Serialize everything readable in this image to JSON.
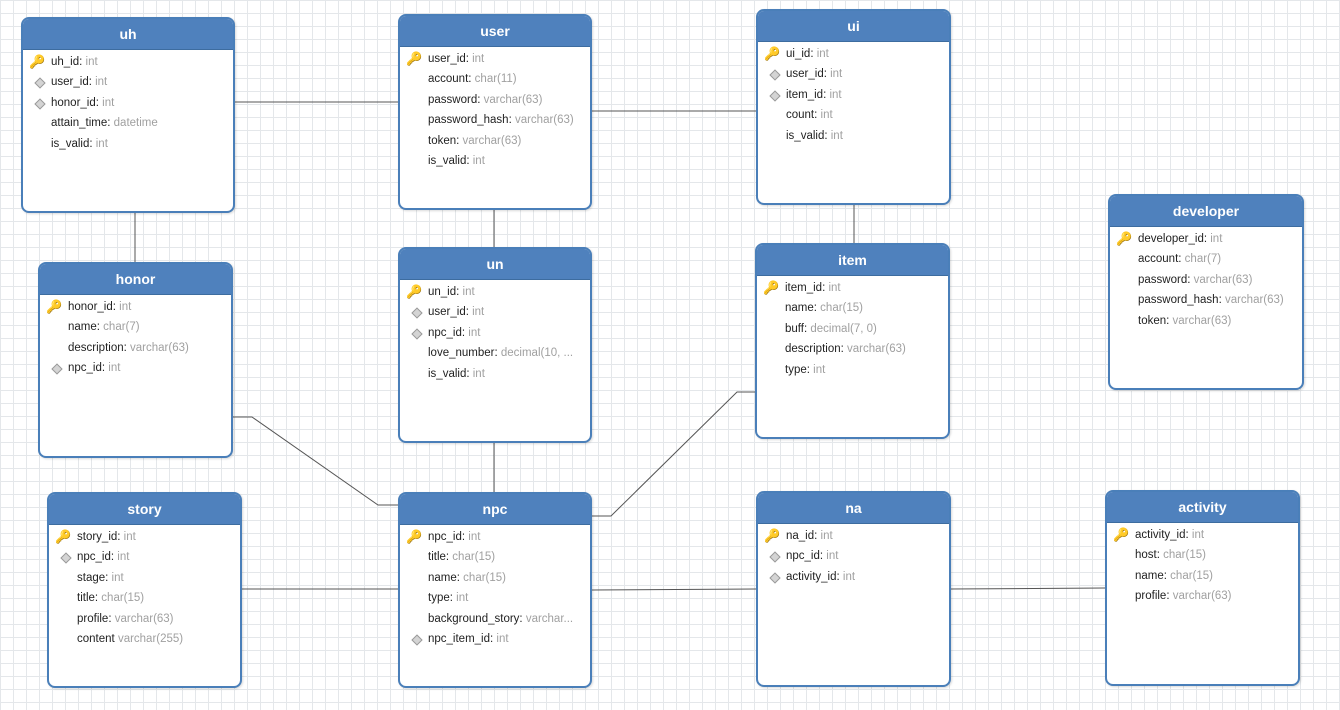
{
  "tables": [
    {
      "id": "uh",
      "name": "uh",
      "columns": [
        {
          "name": "uh_id",
          "type": "int",
          "mark": "pk"
        },
        {
          "name": "user_id",
          "type": "int",
          "mark": "fk"
        },
        {
          "name": "honor_id",
          "type": "int",
          "mark": "fk"
        },
        {
          "name": "attain_time",
          "type": "datetime",
          "mark": ""
        },
        {
          "name": "is_valid",
          "type": "int",
          "mark": ""
        }
      ]
    },
    {
      "id": "user",
      "name": "user",
      "columns": [
        {
          "name": "user_id",
          "type": "int",
          "mark": "pk"
        },
        {
          "name": "account",
          "type": "char(11)",
          "mark": ""
        },
        {
          "name": "password",
          "type": "varchar(63)",
          "mark": ""
        },
        {
          "name": "password_hash",
          "type": "varchar(63)",
          "mark": ""
        },
        {
          "name": "token",
          "type": "varchar(63)",
          "mark": ""
        },
        {
          "name": "is_valid",
          "type": "int",
          "mark": ""
        }
      ]
    },
    {
      "id": "ui",
      "name": "ui",
      "columns": [
        {
          "name": "ui_id",
          "type": "int",
          "mark": "pk"
        },
        {
          "name": "user_id",
          "type": "int",
          "mark": "fk"
        },
        {
          "name": "item_id",
          "type": "int",
          "mark": "fk"
        },
        {
          "name": "count",
          "type": "int",
          "mark": ""
        },
        {
          "name": "is_valid",
          "type": "int",
          "mark": ""
        }
      ]
    },
    {
      "id": "developer",
      "name": "developer",
      "columns": [
        {
          "name": "developer_id",
          "type": "int",
          "mark": "pk"
        },
        {
          "name": "account",
          "type": "char(7)",
          "mark": ""
        },
        {
          "name": "password",
          "type": "varchar(63)",
          "mark": ""
        },
        {
          "name": "password_hash",
          "type": "varchar(63)",
          "mark": ""
        },
        {
          "name": "token",
          "type": "varchar(63)",
          "mark": ""
        }
      ]
    },
    {
      "id": "honor",
      "name": "honor",
      "columns": [
        {
          "name": "honor_id",
          "type": "int",
          "mark": "pk"
        },
        {
          "name": "name",
          "type": "char(7)",
          "mark": ""
        },
        {
          "name": "description",
          "type": "varchar(63)",
          "mark": ""
        },
        {
          "name": "npc_id",
          "type": "int",
          "mark": "fk"
        }
      ]
    },
    {
      "id": "un",
      "name": "un",
      "columns": [
        {
          "name": "un_id",
          "type": "int",
          "mark": "pk"
        },
        {
          "name": "user_id",
          "type": "int",
          "mark": "fk"
        },
        {
          "name": "npc_id",
          "type": "int",
          "mark": "fk"
        },
        {
          "name": "love_number",
          "type": "decimal(10, ...",
          "mark": ""
        },
        {
          "name": "is_valid",
          "type": "int",
          "mark": ""
        }
      ]
    },
    {
      "id": "item",
      "name": "item",
      "columns": [
        {
          "name": "item_id",
          "type": "int",
          "mark": "pk"
        },
        {
          "name": "name",
          "type": "char(15)",
          "mark": ""
        },
        {
          "name": "buff",
          "type": "decimal(7, 0)",
          "mark": ""
        },
        {
          "name": "description",
          "type": "varchar(63)",
          "mark": ""
        },
        {
          "name": "type",
          "type": "int",
          "mark": ""
        }
      ]
    },
    {
      "id": "story",
      "name": "story",
      "columns": [
        {
          "name": "story_id",
          "type": "int",
          "mark": "pk"
        },
        {
          "name": "npc_id",
          "type": "int",
          "mark": "fk"
        },
        {
          "name": "stage",
          "type": "int",
          "mark": ""
        },
        {
          "name": "title",
          "type": "char(15)",
          "mark": ""
        },
        {
          "name": "profile",
          "type": "varchar(63)",
          "mark": ""
        },
        {
          "name": "content",
          "type": "varchar(255)",
          "mark": ""
        }
      ]
    },
    {
      "id": "npc",
      "name": "npc",
      "columns": [
        {
          "name": "npc_id",
          "type": "int",
          "mark": "pk"
        },
        {
          "name": "title",
          "type": "char(15)",
          "mark": ""
        },
        {
          "name": "name",
          "type": "char(15)",
          "mark": ""
        },
        {
          "name": "type",
          "type": "int",
          "mark": ""
        },
        {
          "name": "background_story",
          "type": "varchar...",
          "mark": ""
        },
        {
          "name": "npc_item_id",
          "type": "int",
          "mark": "fk"
        }
      ]
    },
    {
      "id": "na",
      "name": "na",
      "columns": [
        {
          "name": "na_id",
          "type": "int",
          "mark": "pk"
        },
        {
          "name": "npc_id",
          "type": "int",
          "mark": "fk"
        },
        {
          "name": "activity_id",
          "type": "int",
          "mark": "fk"
        }
      ]
    },
    {
      "id": "activity",
      "name": "activity",
      "columns": [
        {
          "name": "activity_id",
          "type": "int",
          "mark": "pk"
        },
        {
          "name": "host",
          "type": "char(15)",
          "mark": ""
        },
        {
          "name": "name",
          "type": "char(15)",
          "mark": ""
        },
        {
          "name": "profile",
          "type": "varchar(63)",
          "mark": ""
        }
      ]
    }
  ],
  "relations": [
    {
      "from": "uh",
      "to": "user"
    },
    {
      "from": "user",
      "to": "ui"
    },
    {
      "from": "uh",
      "to": "honor"
    },
    {
      "from": "user",
      "to": "un"
    },
    {
      "from": "ui",
      "to": "item"
    },
    {
      "from": "un",
      "to": "npc"
    },
    {
      "from": "honor",
      "to": "npc"
    },
    {
      "from": "npc",
      "to": "item"
    },
    {
      "from": "story",
      "to": "npc"
    },
    {
      "from": "npc",
      "to": "na"
    },
    {
      "from": "na",
      "to": "activity"
    }
  ],
  "colors": {
    "header": "#4f81bd",
    "border": "#4a7fb9",
    "key": "#e0a400",
    "type_text": "#a0a0a0",
    "line": "#555555"
  },
  "icons": {
    "pk": "key-icon",
    "fk": "diamond-icon"
  }
}
